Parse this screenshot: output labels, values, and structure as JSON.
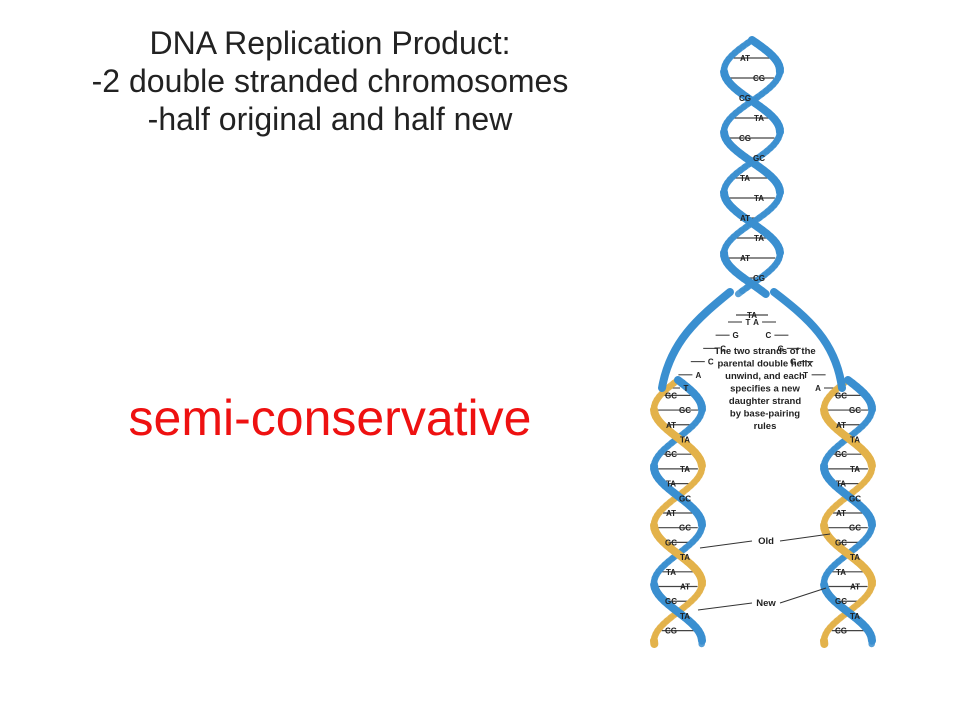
{
  "slide": {
    "title_lines": [
      "DNA Replication Product:",
      "-2 double stranded chromosomes",
      "-half original and half new"
    ],
    "term": "semi-conservative",
    "term_color": "#ee1111"
  },
  "figure": {
    "strand_colors": {
      "old": "#3a8fd0",
      "new": "#e3b24a"
    },
    "parent_pairs": [
      "AT",
      "CG",
      "CG",
      "TA",
      "CG",
      "GC",
      "TA",
      "TA",
      "AT",
      "TA",
      "AT",
      "CG"
    ],
    "fork_left_bases": [
      "T",
      "G",
      "C",
      "C",
      "A",
      "T"
    ],
    "fork_right_bases": [
      "A",
      "C",
      "G",
      "G",
      "T",
      "A"
    ],
    "fork_top_pair": "TA",
    "left_daughter_pairs": [
      "GC",
      "GC",
      "AT",
      "TA",
      "GC",
      "TA",
      "TA",
      "GC",
      "AT",
      "GC",
      "GC",
      "TA",
      "TA",
      "AT",
      "GC",
      "TA",
      "CG"
    ],
    "right_daughter_pairs": [
      "GC",
      "GC",
      "AT",
      "TA",
      "GC",
      "TA",
      "TA",
      "GC",
      "AT",
      "GC",
      "GC",
      "TA",
      "TA",
      "AT",
      "GC",
      "TA",
      "CG"
    ],
    "caption_lines": [
      "The two strands of the",
      "parental double helix",
      "unwind, and each",
      "specifies a new",
      "daughter strand",
      "by base-pairing",
      "rules"
    ],
    "label_old": "Old",
    "label_new": "New"
  }
}
